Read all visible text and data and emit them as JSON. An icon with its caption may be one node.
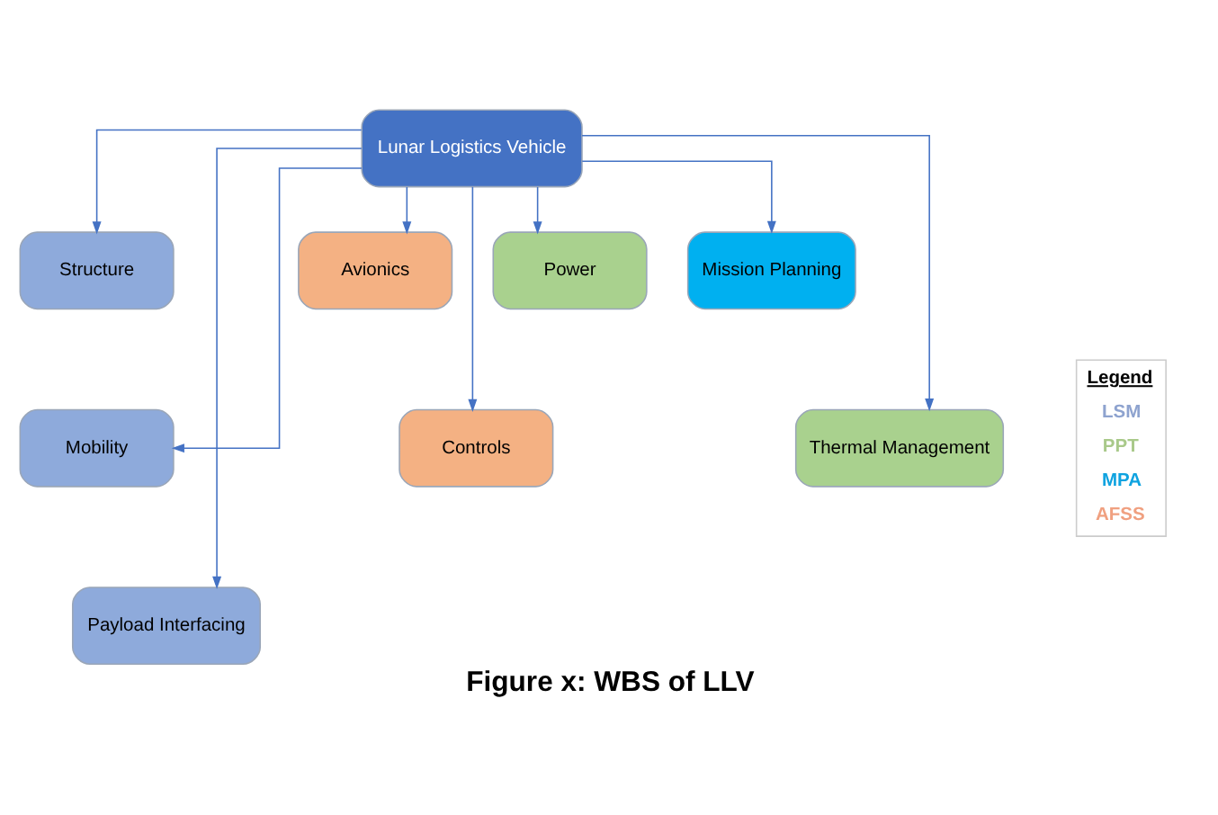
{
  "diagram": {
    "caption": "Figure x: WBS of LLV",
    "nodes": [
      {
        "text": [
          "Lunar Logistics Vehicle"
        ]
      },
      {
        "text": [
          "Structure"
        ]
      },
      {
        "text": [
          "Mobility"
        ]
      },
      {
        "text": [
          "Payload Interfacing"
        ]
      },
      {
        "text": [
          "Avionics"
        ]
      },
      {
        "text": [
          "Controls"
        ]
      },
      {
        "text": [
          "Power"
        ]
      },
      {
        "text": [
          "Thermal Management"
        ]
      },
      {
        "text": [
          "Mission Planning"
        ]
      }
    ],
    "edges": [
      {
        "from": 0,
        "to": 1,
        "arrow": "to"
      },
      {
        "from": 0,
        "to": 2,
        "arrow": "to"
      },
      {
        "from": 0,
        "to": 3,
        "arrow": "to"
      },
      {
        "from": 0,
        "to": 4,
        "arrow": "to"
      },
      {
        "from": 0,
        "to": 6,
        "arrow": "to"
      },
      {
        "from": 0,
        "to": 5,
        "arrow": "to"
      },
      {
        "from": 0,
        "to": 7,
        "arrow": "to"
      },
      {
        "from": 0,
        "to": 8,
        "arrow": "to"
      }
    ],
    "labels": [
      "Legend"
    ],
    "legend": [
      {
        "text": "LSM",
        "color": "#8ea3cf"
      },
      {
        "text": "PPT",
        "color": "#a9c98a"
      },
      {
        "text": "MPA",
        "color": "#0fa3e0"
      },
      {
        "text": "AFSS",
        "color": "#f0a080"
      }
    ]
  }
}
